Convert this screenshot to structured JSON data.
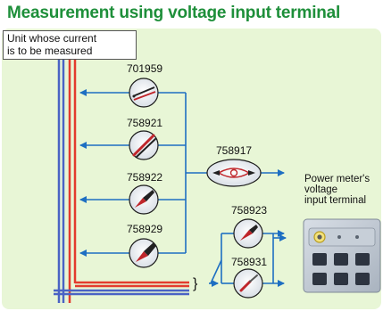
{
  "title": "Measurement using voltage input terminal",
  "unit_box": {
    "line1": "Unit whose current",
    "line2": "is to be measured"
  },
  "probes": [
    {
      "model": "701959",
      "icon": "probe-tips-icon"
    },
    {
      "model": "758921",
      "icon": "red-black-leads-icon"
    },
    {
      "model": "758922",
      "icon": "alligator-clip-icon"
    },
    {
      "model": "758929",
      "icon": "large-alligator-clip-icon"
    }
  ],
  "adapter": {
    "model": "758917",
    "icon": "measurement-lead-set-icon"
  },
  "right_adapters": [
    {
      "model": "758923",
      "icon": "safety-terminal-adapter-icon"
    },
    {
      "model": "758931",
      "icon": "fork-terminal-adapter-icon"
    }
  ],
  "power_meter": {
    "line1": "Power meter's",
    "line2": "voltage",
    "line3": "input terminal",
    "icon": "voltage-input-terminal-icon"
  },
  "brace": "}",
  "colors": {
    "title": "#1e8f3a",
    "panel": "#e8f6d6",
    "arrow": "#1e6fc2",
    "wire_red": "#e33b2e",
    "wire_blue": "#4a63c4"
  }
}
